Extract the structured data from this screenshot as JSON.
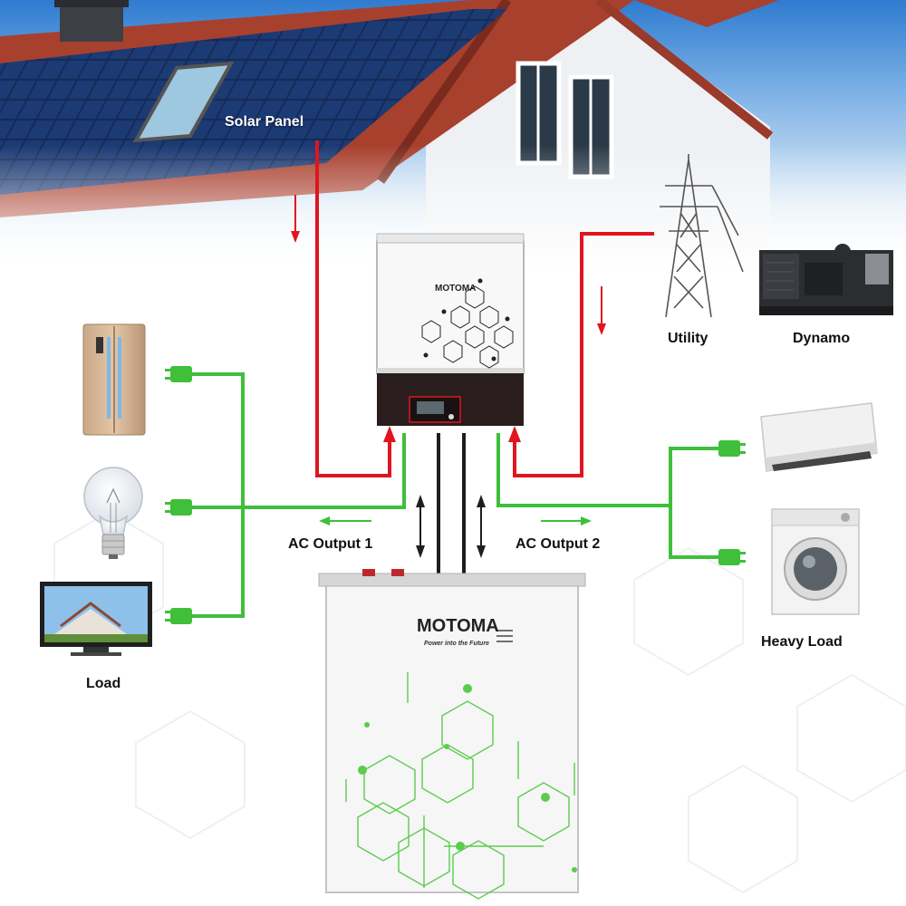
{
  "labels": {
    "solar_panel": "Solar Panel",
    "utility": "Utility",
    "dynamo": "Dynamo",
    "load": "Load",
    "heavy_load": "Heavy Load",
    "ac_output_1": "AC Output 1",
    "ac_output_2": "AC Output 2"
  },
  "brand": {
    "name": "MOTOMA",
    "tagline": "Power into the Future"
  },
  "colors": {
    "solar_line": "#e0151f",
    "output_line": "#3fbf3a",
    "battery_line": "#222222",
    "sky_top": "#2a72c8",
    "sky_bottom": "#ffffff"
  },
  "icons": [
    "solar-panel-icon",
    "house-icon",
    "inverter-icon",
    "battery-icon",
    "power-tower-icon",
    "generator-icon",
    "fridge-icon",
    "bulb-icon",
    "tv-icon",
    "air-conditioner-icon",
    "washing-machine-icon",
    "plug-icon",
    "arrow-icon"
  ]
}
